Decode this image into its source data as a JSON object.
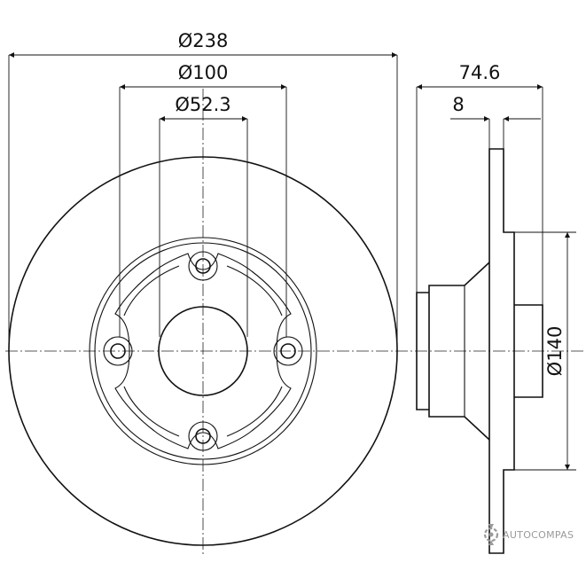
{
  "drawing": {
    "type": "brake-disc-technical-drawing",
    "dimensions": {
      "outer_diameter": "Ø238",
      "bolt_circle_diameter": "Ø100",
      "center_bore_diameter": "Ø52.3",
      "total_height": "74.6",
      "disc_thickness": "8",
      "hub_diameter": "Ø140"
    },
    "bolt_holes": 4
  },
  "watermark": {
    "text": "AUTOCOMPAS",
    "color": "#9a9a9a"
  },
  "colors": {
    "line": "#111111",
    "background": "#ffffff"
  }
}
